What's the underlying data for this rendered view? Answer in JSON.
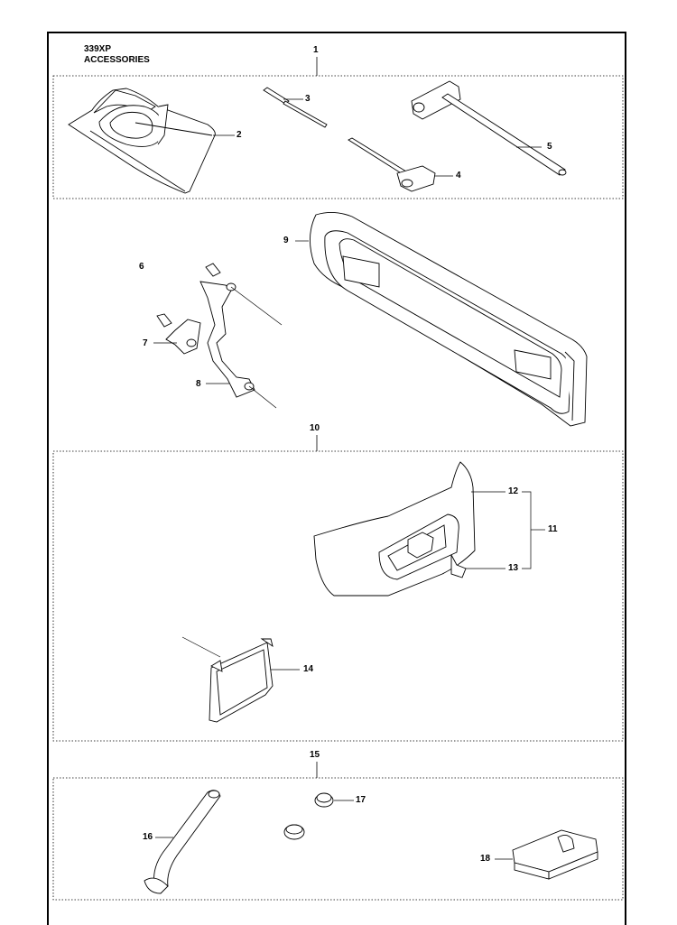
{
  "header": {
    "model": "339XP",
    "section": "ACCESSORIES"
  },
  "groups": {
    "g1": "1",
    "g10": "10",
    "g15": "15"
  },
  "parts": {
    "p2": "2",
    "p3": "3",
    "p4": "4",
    "p5": "5",
    "p6": "6",
    "p7": "7",
    "p8": "8",
    "p9": "9",
    "p11": "11",
    "p12": "12",
    "p13": "13",
    "p14": "14",
    "p16": "16",
    "p17": "17",
    "p18": "18"
  }
}
